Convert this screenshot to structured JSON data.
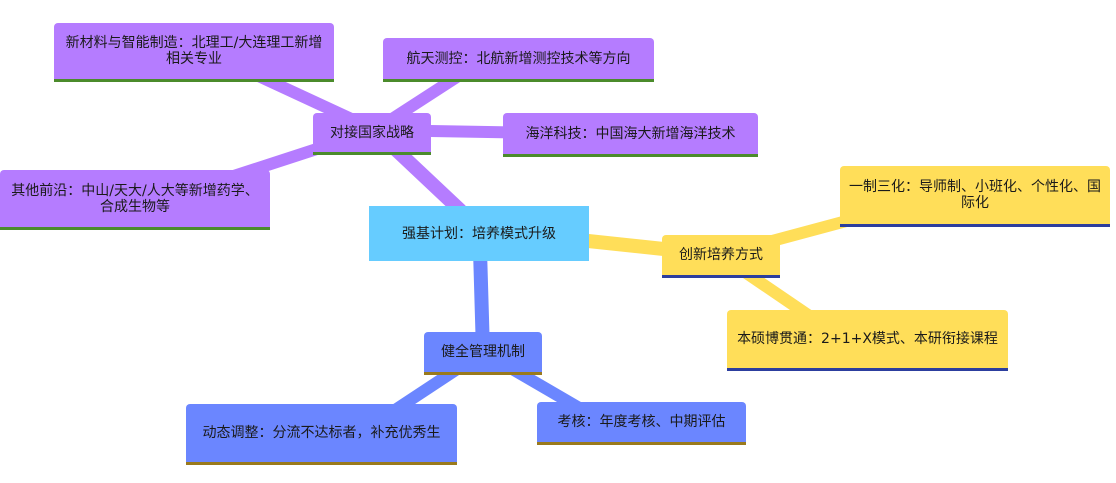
{
  "mindmap": {
    "root": "强基计划：培养模式升级",
    "strategy": {
      "label": "对接国家战略",
      "children": [
        "新材料与智能制造：北理工/大连理工新增相关专业",
        "航天测控：北航新增测控技术等方向",
        "海洋科技：中国海大新增海洋技术",
        "其他前沿：中山/天大/人大等新增药学、合成生物等"
      ]
    },
    "training": {
      "label": "创新培养方式",
      "children": [
        "一制三化：导师制、小班化、个性化、国际化",
        "本硕博贯通：2+1+X模式、本研衔接课程"
      ]
    },
    "management": {
      "label": "健全管理机制",
      "children": [
        "动态调整：分流不达标者，补充优秀生",
        "考核：年度考核、中期评估"
      ]
    }
  },
  "colors": {
    "strategy": "#b57cff",
    "training": "#ffde59",
    "management": "#6b86ff",
    "root": "#66ccff"
  }
}
